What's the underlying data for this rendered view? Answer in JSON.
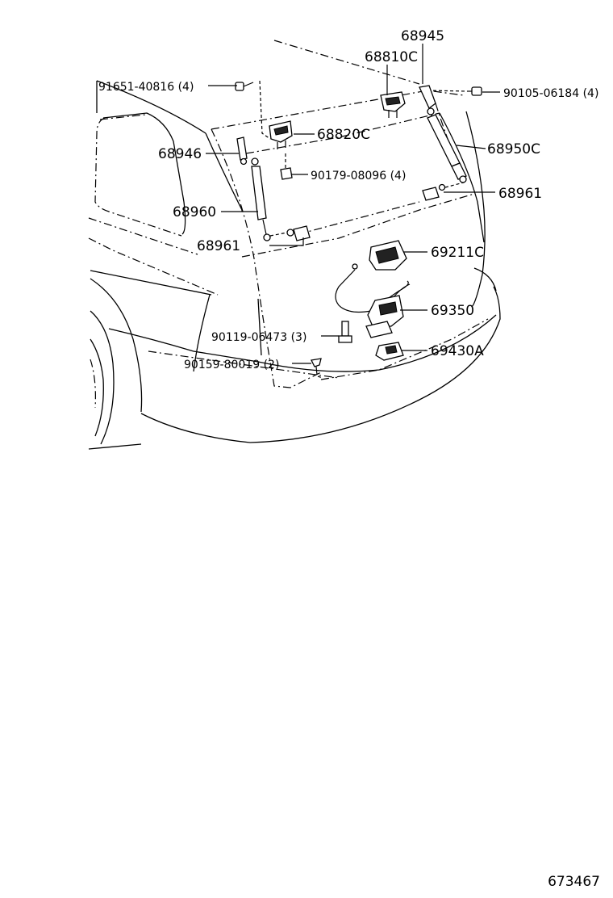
{
  "labels": {
    "p68945": "68945",
    "p68810c": "68810C",
    "p91651": "91651-40816 (4)",
    "p90105": "90105-06184 (4)",
    "p68820c": "68820C",
    "p68946": "68946",
    "p68950c": "68950C",
    "p90179": "90179-08096 (4)",
    "p68961_right": "68961",
    "p68960": "68960",
    "p68961_left": "68961",
    "p69211c": "69211C",
    "p69350": "69350",
    "p90119": "90119-06473 (3)",
    "p69430a": "69430A",
    "p90159": "90159-80019 (2)"
  },
  "drawing_number": "673467"
}
